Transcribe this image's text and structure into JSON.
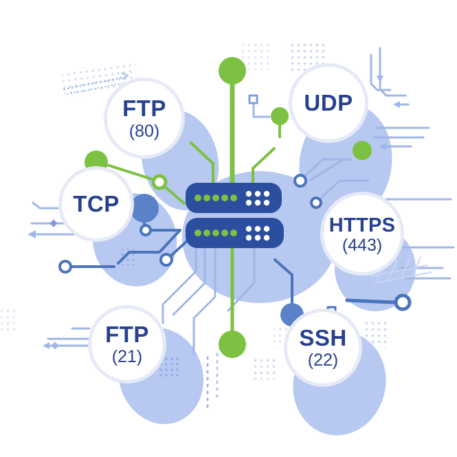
{
  "diagram": {
    "title": "Server ports and protocols illustration",
    "server": {
      "rows": 2,
      "green_leds_per_row": 5,
      "white_leds_per_row": 6
    },
    "nodes": [
      {
        "id": "ftp-80",
        "label": "FTP",
        "port": "(80)"
      },
      {
        "id": "udp",
        "label": "UDP",
        "port": ""
      },
      {
        "id": "tcp",
        "label": "TCP",
        "port": ""
      },
      {
        "id": "https-443",
        "label": "HTTPS",
        "port": "(443)"
      },
      {
        "id": "ftp-21",
        "label": "FTP",
        "port": "(21)"
      },
      {
        "id": "ssh-22",
        "label": "SSH",
        "port": "(22)"
      }
    ],
    "colors": {
      "accent_green": "#7cc142",
      "server_navy": "#2b4f9e",
      "label_navy": "#27418f",
      "blob_light_blue": "#b7c8f1",
      "trace_light": "#9fb6e6",
      "trace_mid": "#4a74bc"
    }
  }
}
